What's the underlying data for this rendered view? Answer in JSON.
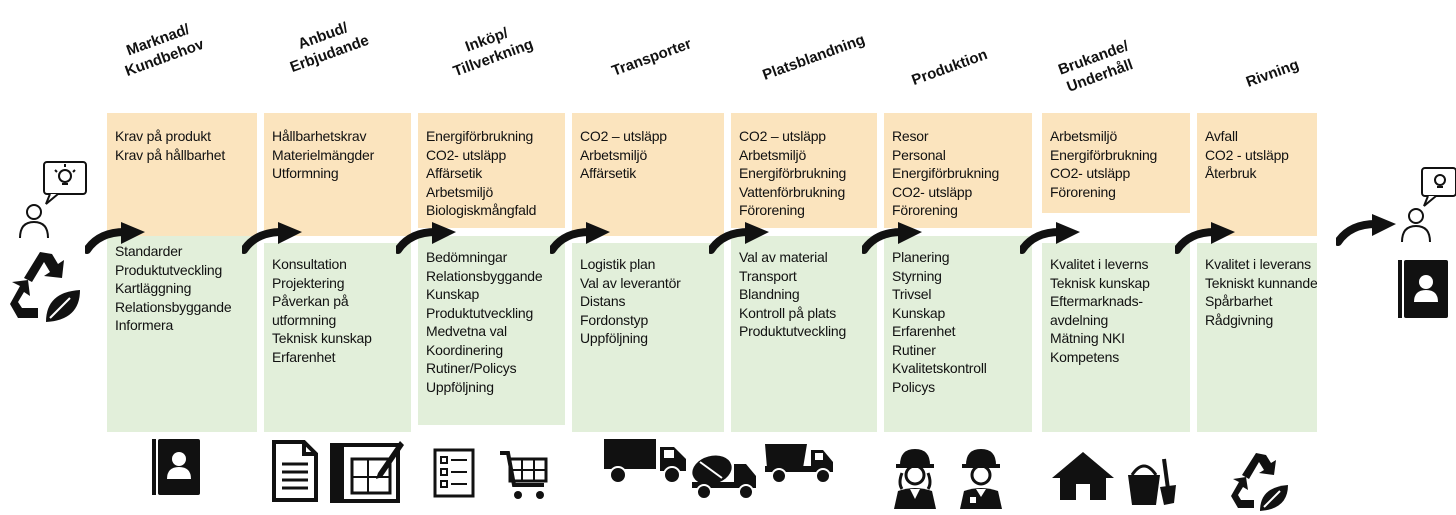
{
  "stages": [
    {
      "title": "Marknad/\nKundbehov",
      "top": [
        "Krav på produkt",
        "Krav på hållbarhet"
      ],
      "bottom": [
        "Standarder",
        "Produktutveckling",
        "Kartläggning",
        "Relationsbyggande",
        "Informera"
      ],
      "icons": [
        "contact-book-icon"
      ]
    },
    {
      "title": "Anbud/\nErbjudande",
      "top": [
        "Hållbarhetskrav",
        "Materielmängder",
        "Utformning"
      ],
      "bottom": [
        "Konsultation",
        "Projektering",
        "Påverkan på",
        "utformning",
        "Teknisk kunskap",
        "Erfarenhet"
      ],
      "icons": [
        "document-icon",
        "blueprint-icon"
      ]
    },
    {
      "title": "Inköp/\nTillverkning",
      "top": [
        "Energiförbrukning",
        "CO2- utsläpp",
        "Affärsetik",
        "Arbetsmiljö",
        "Biologiskmångfald"
      ],
      "bottom": [
        "Bedömningar",
        "Relationsbyggande",
        "Kunskap",
        "Produktutveckling",
        "Medvetna val",
        "Koordinering",
        "Rutiner/Policys",
        "Uppföljning"
      ],
      "icons": [
        "checklist-icon",
        "shopping-cart-icon"
      ]
    },
    {
      "title": "Transporter",
      "top": [
        "CO2 – utsläpp",
        "Arbetsmiljö",
        "Affärsetik"
      ],
      "bottom": [
        "Logistik plan",
        "Val av leverantör",
        "Distans",
        "Fordonstyp",
        "Uppföljning"
      ],
      "icons": [
        "truck-icon",
        "cement-mixer-icon"
      ]
    },
    {
      "title": "Platsblandning",
      "top": [
        "CO2 – utsläpp",
        "Arbetsmiljö",
        "Energiförbrukning",
        "Vattenförbrukning",
        "Förorening"
      ],
      "bottom": [
        "Val av material",
        "Transport",
        "Blandning",
        "Kontroll på plats",
        "Produktutveckling"
      ],
      "icons": [
        "dump-truck-icon"
      ]
    },
    {
      "title": "Produktion",
      "top": [
        "Resor",
        "Personal",
        "Energiförbrukning",
        "CO2- utsläpp",
        "Förorening"
      ],
      "bottom": [
        "Planering",
        "Styrning",
        "Trivsel",
        "Kunskap",
        "Erfarenhet",
        "Rutiner",
        "Kvalitetskontroll",
        "Policys"
      ],
      "icons": [
        "female-worker-icon",
        "male-worker-icon"
      ]
    },
    {
      "title": "Brukande/\nUnderhåll",
      "top": [
        "Arbetsmiljö",
        "Energiförbrukning",
        "CO2- utsläpp",
        "Förorening"
      ],
      "bottom": [
        "Kvalitet i leverns",
        "Teknisk kunskap",
        "Eftermarknads-",
        "avdelning",
        "Mätning NKI",
        "Kompetens"
      ],
      "icons": [
        "house-icon",
        "bucket-spade-icon"
      ]
    },
    {
      "title": "Rivning",
      "top": [
        "Avfall",
        "CO2 - utsläpp",
        "Återbruk"
      ],
      "bottom": [
        "Kvalitet i leverans",
        "Tekniskt kunnande",
        "Spårbarhet",
        "Rådgivning"
      ],
      "icons": [
        "recycle-leaf-icon"
      ]
    }
  ],
  "colors": {
    "top": "#fbe4be",
    "bottom": "#e2efda",
    "ink": "#111111"
  },
  "side_icons": {
    "left": [
      "idea-person-icon",
      "recycle-leaf-icon"
    ],
    "right": [
      "idea-person-icon",
      "contact-book-icon"
    ]
  }
}
